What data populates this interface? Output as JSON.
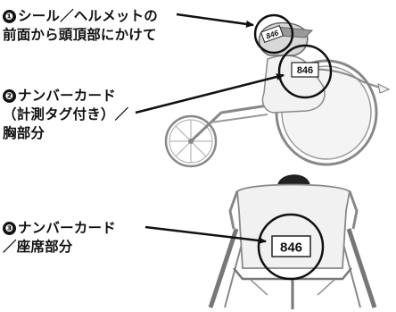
{
  "callouts": [
    {
      "number": "❶",
      "lines": [
        "シール／ヘルメットの",
        "前面から頭頂部にかけて"
      ]
    },
    {
      "number": "❷",
      "lines": [
        "ナンバーカード",
        "（計測タグ付き）／",
        "胸部分"
      ]
    },
    {
      "number": "❸",
      "lines": [
        "ナンバーカード",
        "／座席部分"
      ]
    }
  ],
  "figure": {
    "helmet_sticker": "846",
    "chest_card": "846",
    "seat_card": "846"
  }
}
